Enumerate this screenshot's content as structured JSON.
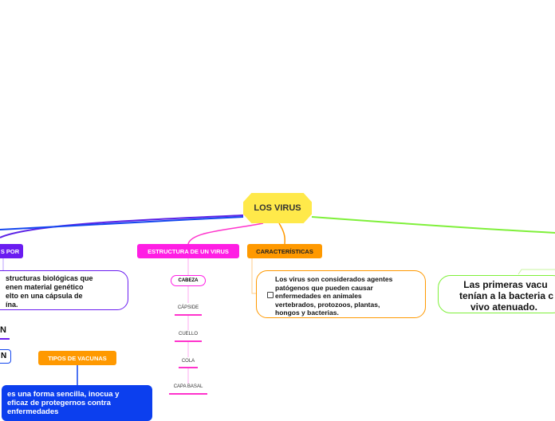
{
  "central_topic": "LOS VIRUS",
  "branches": {
    "formed_by": {
      "label": "S POR",
      "color": "#6a1cf0"
    },
    "structure": {
      "label": "ESTRUCTURA DE UN VIRUS",
      "color": "#ff1ee4"
    },
    "characteristics": {
      "label": "CARACTERÍSTICAS",
      "color": "#ff9900"
    },
    "vaccine_types": {
      "label": "TIPOS DE VACUNAS",
      "color": "#ff9900"
    }
  },
  "formed_by_text": [
    "structuras biológicas que",
    "enen material genético",
    "elto en una cápsula de",
    "ína."
  ],
  "left_fragments": [
    "N",
    "N"
  ],
  "structure_parts": {
    "head": "CABEZA",
    "capsid": "CÁPSIDE",
    "neck": "CUELLO",
    "tail": "COLA",
    "base": "CAPA BASAL"
  },
  "characteristics_text": [
    "Los virus son considerados agentes",
    "patógenos que pueden causar",
    "enfermedades en animales",
    "vertebrados, protozoos, plantas,",
    "hongos y bacterias."
  ],
  "first_vaccines_text": [
    "Las primeras vacu",
    "tenían a la bacteria c",
    "vivo atenuado."
  ],
  "vaccine_definition_text": [
    "es una forma sencilla, inocua y",
    "eficaz de protegernos contra",
    "enfermedades"
  ],
  "colors": {
    "central": "#ffe94a",
    "blue": "#0c3fee",
    "purple": "#6a1cf0",
    "magenta": "#ff1ee4",
    "orange": "#ff9900",
    "green": "#7ff03a"
  }
}
